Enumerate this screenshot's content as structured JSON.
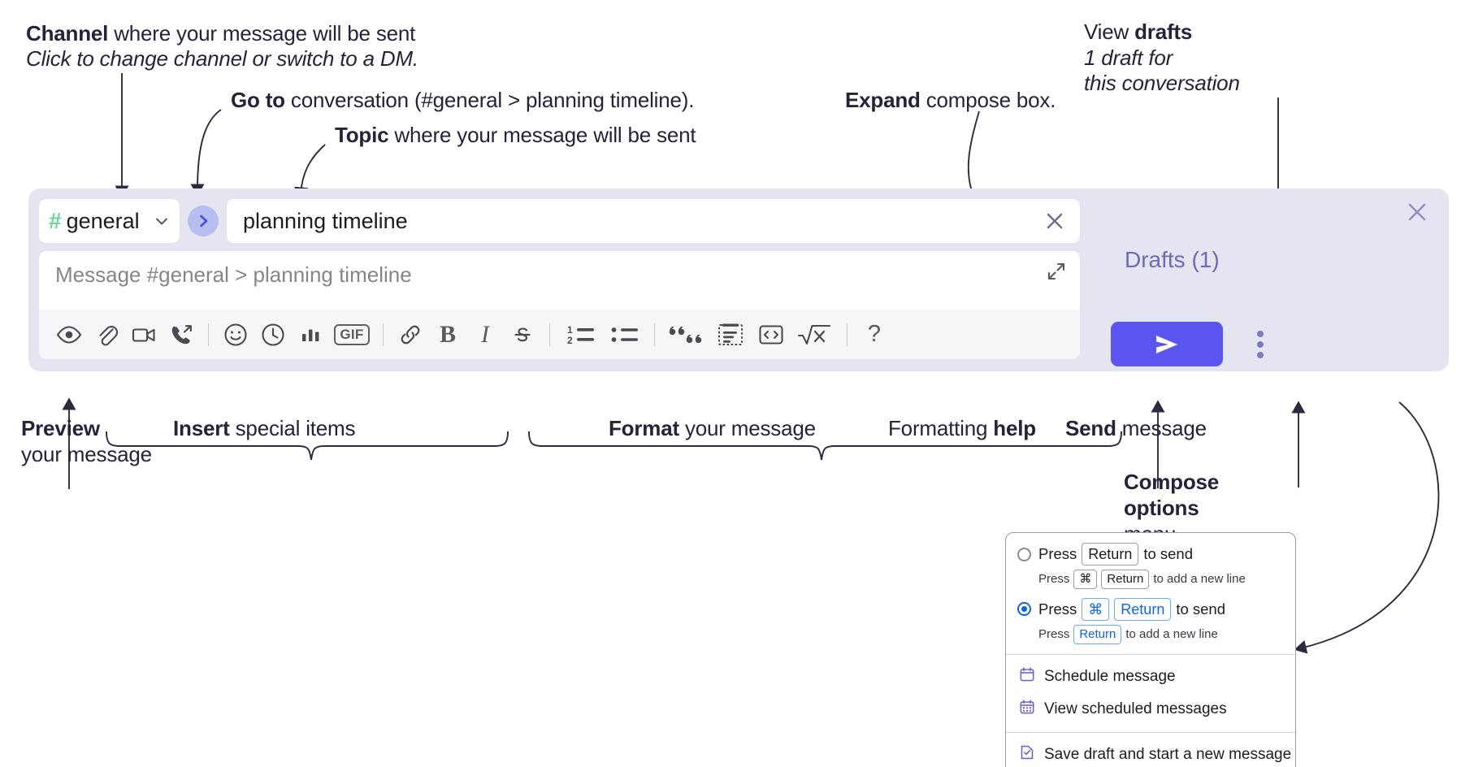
{
  "annotations": {
    "channel": {
      "bold": "Channel",
      "rest": " where your message will be sent",
      "italic": "Click to change channel or switch to a DM."
    },
    "goto": {
      "bold": "Go to",
      "rest": " conversation (#general > planning timeline)."
    },
    "topic": {
      "bold": "Topic",
      "rest": " where your message will be sent"
    },
    "expand": {
      "bold": "Expand",
      "rest": " compose box."
    },
    "drafts": {
      "plain": "View ",
      "bold": "drafts",
      "italic1": "1 draft for",
      "italic2": "this conversation"
    },
    "preview": {
      "bold": "Preview",
      "line2": "your message"
    },
    "insert": {
      "bold": "Insert",
      "rest": " special items"
    },
    "format": {
      "bold": "Format",
      "rest": " your message"
    },
    "formatting_help": {
      "plain": "Formatting ",
      "bold": "help"
    },
    "send": {
      "bold": "Send",
      "rest": " message"
    },
    "compose_options": {
      "bold1": "Compose",
      "bold2": "options",
      "rest": "menu"
    }
  },
  "compose": {
    "channel_name": "general",
    "channel_hash": "#",
    "topic_value": "planning timeline",
    "message_placeholder": "Message #general > planning timeline",
    "drafts_label": "Drafts (1)",
    "close_icon": "close-icon",
    "go_icon": "chevron-right-icon",
    "expand_icon": "expand-icon",
    "clear_icon": "close-icon",
    "send_icon": "send-paper-plane-icon",
    "accent_color": "#5b55ef",
    "panel_color": "#e4e5f0",
    "hash_color": "#6fd59a",
    "drafts_color": "#6a6ab5"
  },
  "toolbar": {
    "items": [
      {
        "name": "preview-icon",
        "label": "Preview"
      },
      {
        "name": "attachment-icon",
        "label": "Attach file"
      },
      {
        "name": "video-camera-icon",
        "label": "Video clip"
      },
      {
        "name": "audio-call-icon",
        "label": "Audio clip"
      },
      {
        "name": "separator",
        "label": ""
      },
      {
        "name": "emoji-icon",
        "label": "Emoji"
      },
      {
        "name": "clock-icon",
        "label": "Reminder"
      },
      {
        "name": "poll-icon",
        "label": "Poll"
      },
      {
        "name": "gif-icon",
        "label": "GIF"
      },
      {
        "name": "separator",
        "label": ""
      },
      {
        "name": "link-icon",
        "label": "Link"
      },
      {
        "name": "bold-icon",
        "label": "B"
      },
      {
        "name": "italic-icon",
        "label": "I"
      },
      {
        "name": "strikethrough-icon",
        "label": "Strikethrough"
      },
      {
        "name": "separator",
        "label": ""
      },
      {
        "name": "ordered-list-icon",
        "label": "Ordered list"
      },
      {
        "name": "bulleted-list-icon",
        "label": "Bulleted list"
      },
      {
        "name": "separator",
        "label": ""
      },
      {
        "name": "blockquote-icon",
        "label": "Blockquote"
      },
      {
        "name": "code-block-icon",
        "label": "Code block"
      },
      {
        "name": "inline-code-icon",
        "label": "Code"
      },
      {
        "name": "latex-icon",
        "label": "LaTeX"
      },
      {
        "name": "separator",
        "label": ""
      },
      {
        "name": "help-icon",
        "label": "?"
      }
    ],
    "gif_label": "GIF",
    "bold_label": "B",
    "italic_label": "I",
    "help_label": "?"
  },
  "popup": {
    "option1": {
      "selected": false,
      "press": "Press",
      "key": "Return",
      "suffix": "to send",
      "sub_press": "Press",
      "sub_key1": "⌘",
      "sub_key2": "Return",
      "sub_suffix": "to add a new line"
    },
    "option2": {
      "selected": true,
      "press": "Press",
      "key1": "⌘",
      "key2": "Return",
      "suffix": "to send",
      "sub_press": "Press",
      "sub_key": "Return",
      "sub_suffix": "to add a new line"
    },
    "menu_items": [
      {
        "icon": "calendar-icon",
        "label": "Schedule message"
      },
      {
        "icon": "calendar-grid-icon",
        "label": "View scheduled messages"
      },
      {
        "icon": "save-draft-icon",
        "label": "Save draft and start a new message"
      }
    ]
  }
}
